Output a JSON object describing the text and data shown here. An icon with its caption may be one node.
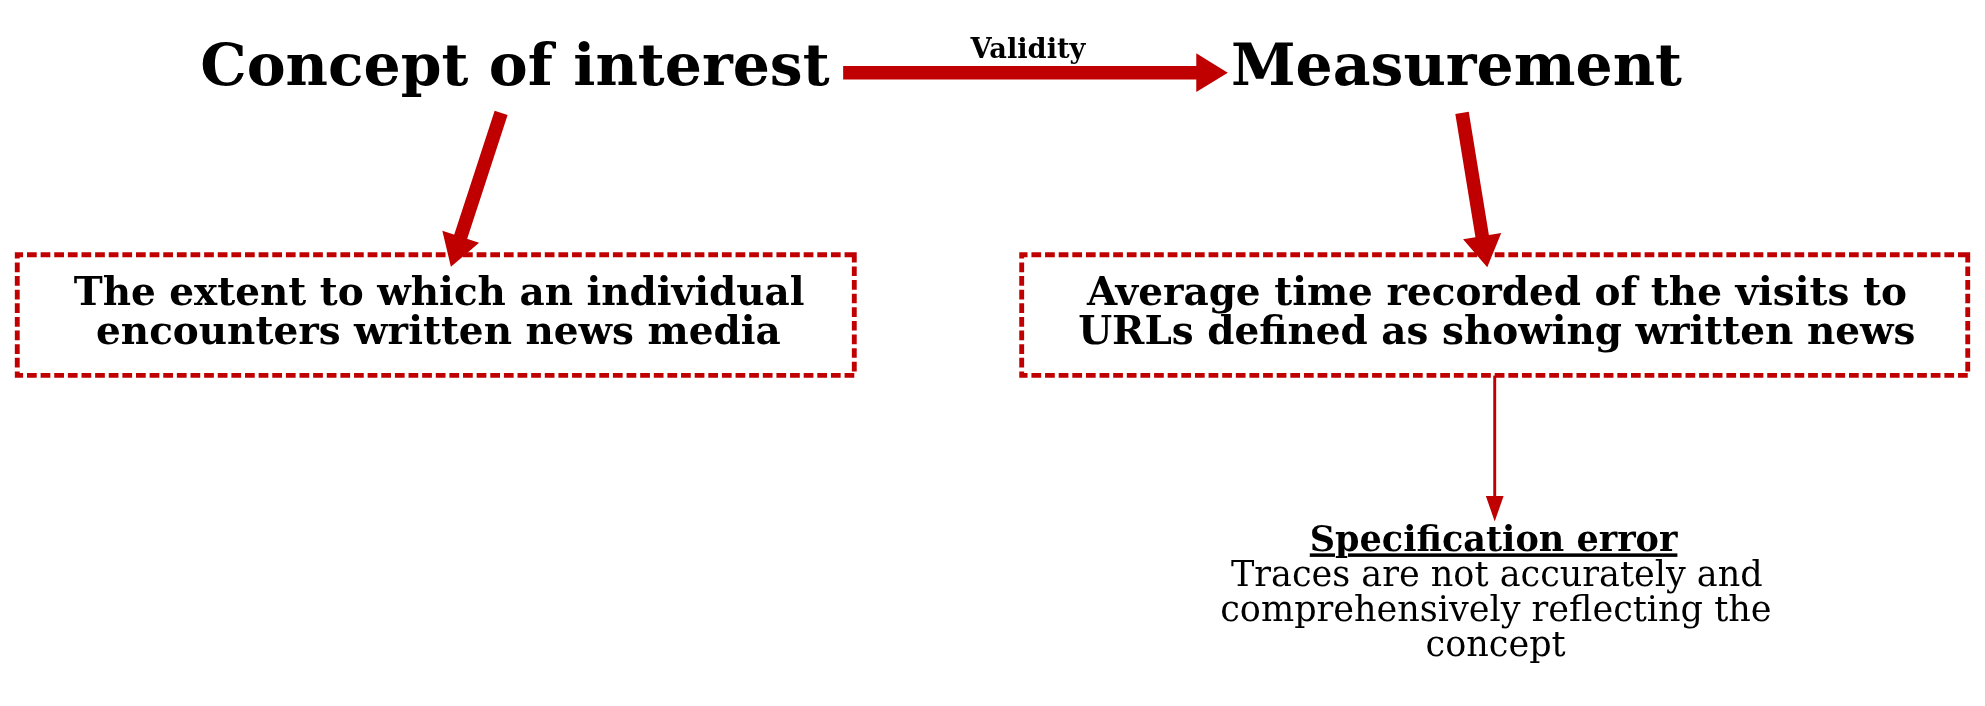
{
  "diagram": {
    "nodes": [
      {
        "text": [
          "Concept of interest"
        ]
      },
      {
        "text": [
          "Measurement"
        ]
      },
      {
        "text": [
          "The extent to which an individual encounters written news media"
        ]
      },
      {
        "text": [
          "Average time recorded of the visits to URLs defined as showing written news"
        ]
      },
      {
        "text": [
          "Specification error",
          "Traces are not accurately and comprehensively reflecting the concept"
        ]
      }
    ],
    "edges": [
      {
        "from": 0,
        "to": 1,
        "arrow": "to",
        "label": "Validity"
      },
      {
        "from": 0,
        "to": 2,
        "arrow": "to"
      },
      {
        "from": 1,
        "to": 3,
        "arrow": "to"
      },
      {
        "from": 3,
        "to": 4,
        "arrow": "to"
      }
    ]
  }
}
